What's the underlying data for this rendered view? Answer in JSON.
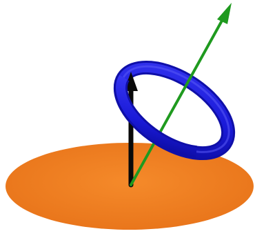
{
  "colors": {
    "background": "#ffffff",
    "plane": "#f07d1a",
    "plane_shade": "#e06f12",
    "ring": "#1e1ee0",
    "ring_dark": "#0f0fa8",
    "vertical_arrow": "#0a0a0a",
    "tilted_arrow": "#1f9a1f"
  },
  "elements": {
    "plane": "orange-ellipse-plane",
    "ring": "blue-torus-ring",
    "vertical_arrow": "black-vertical-arrow",
    "tilted_arrow": "green-tilted-arrow"
  }
}
